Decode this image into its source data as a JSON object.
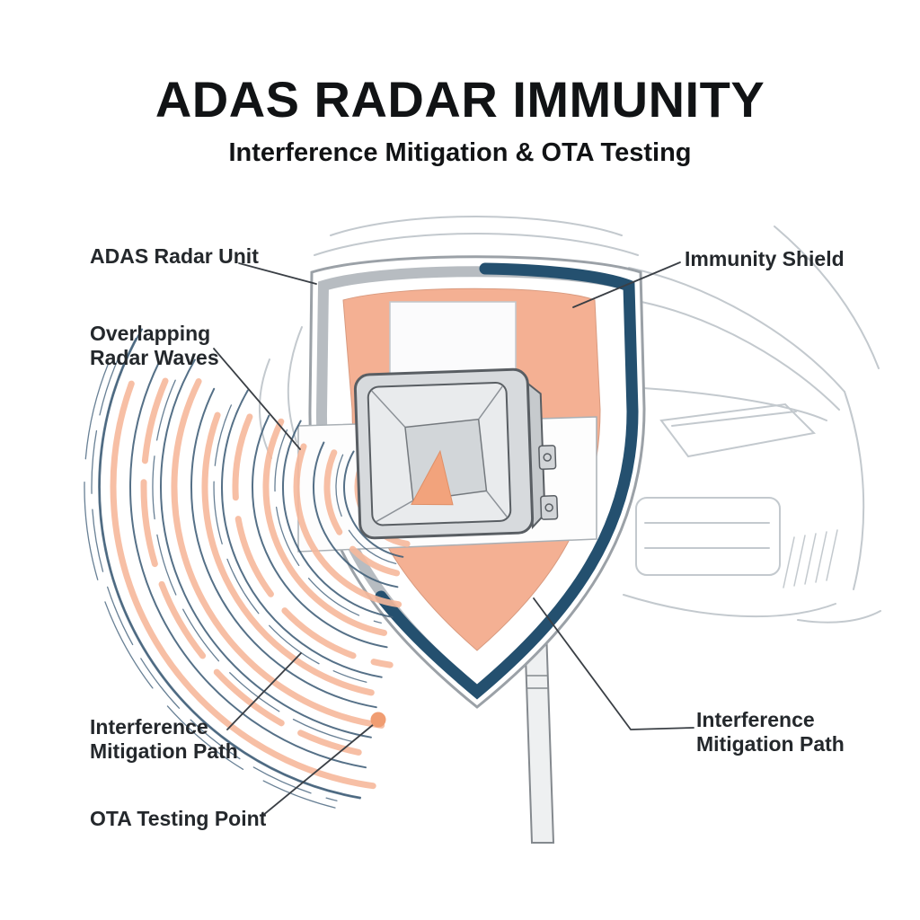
{
  "title": "ADAS RADAR IMMUNITY",
  "subtitle": "Interference Mitigation & OTA Testing",
  "labels": {
    "adas_radar_unit": "ADAS Radar Unit",
    "immunity_shield": "Immunity Shield",
    "overlapping_radar_waves": {
      "line1": "Overlapping",
      "line2": "Radar Waves"
    },
    "interference_mitigation_left": {
      "line1": "Interference",
      "line2": "Mitigation Path"
    },
    "ota_testing_point": "OTA Testing Point",
    "interference_mitigation_right": {
      "line1": "Interference",
      "line2": "Mitigation Path"
    }
  },
  "icons": {
    "radar_unit": "radar-sensor-box",
    "shield": "immunity-shield",
    "waves": "overlapping-radar-waves",
    "dot": "ota-testing-point-marker"
  },
  "colors": {
    "title_text": "#111315",
    "label_text": "#24282c",
    "leader_line": "#3a3f45",
    "shield_navy": "#24506f",
    "shield_gray_band": "#b7bcc1",
    "shield_outline": "#9ba1a7",
    "shield_salmon": "#f4b093",
    "wave_orange": "#f6b89b",
    "wave_blue": "#42607a",
    "car_line": "#c3c9ce",
    "ota_dot": "#f09d72",
    "radar_body": "#e9ebed",
    "radar_back": "#d7dadd",
    "radar_facet": "#d2d6d9",
    "radar_edge": "#595e63",
    "pole_fill": "#eef0f1",
    "pole_edge": "#84898e"
  }
}
